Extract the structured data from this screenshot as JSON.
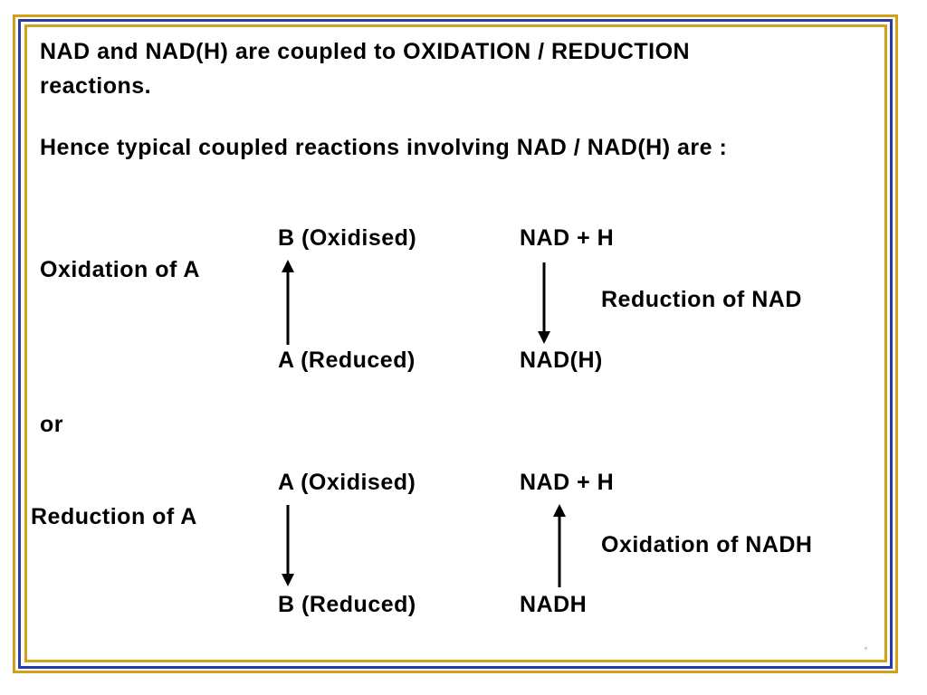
{
  "intro": {
    "line1": "NAD and NAD(H) are coupled to OXIDATION / REDUCTION",
    "line2": "reactions.",
    "line3": "Hence typical coupled reactions involving  NAD / NAD(H) are :"
  },
  "reaction1": {
    "process_label": "Oxidation of A",
    "top_label": "B (Oxidised)",
    "bottom_label": "A (Reduced)",
    "cofactor_top": "NAD + H",
    "cofactor_bottom": "NAD(H)",
    "cofactor_process": "Reduction of NAD"
  },
  "separator": "or",
  "reaction2": {
    "process_label": "Reduction of A",
    "top_label": "A (Oxidised)",
    "bottom_label": "B (Reduced)",
    "cofactor_top": "NAD + H",
    "cofactor_bottom": "NADH",
    "cofactor_process": "Oxidation of  NADH"
  },
  "colors": {
    "frame_gold": "#d4a017",
    "frame_blue": "#2a3aa8",
    "text": "#000000",
    "background": "#ffffff"
  }
}
